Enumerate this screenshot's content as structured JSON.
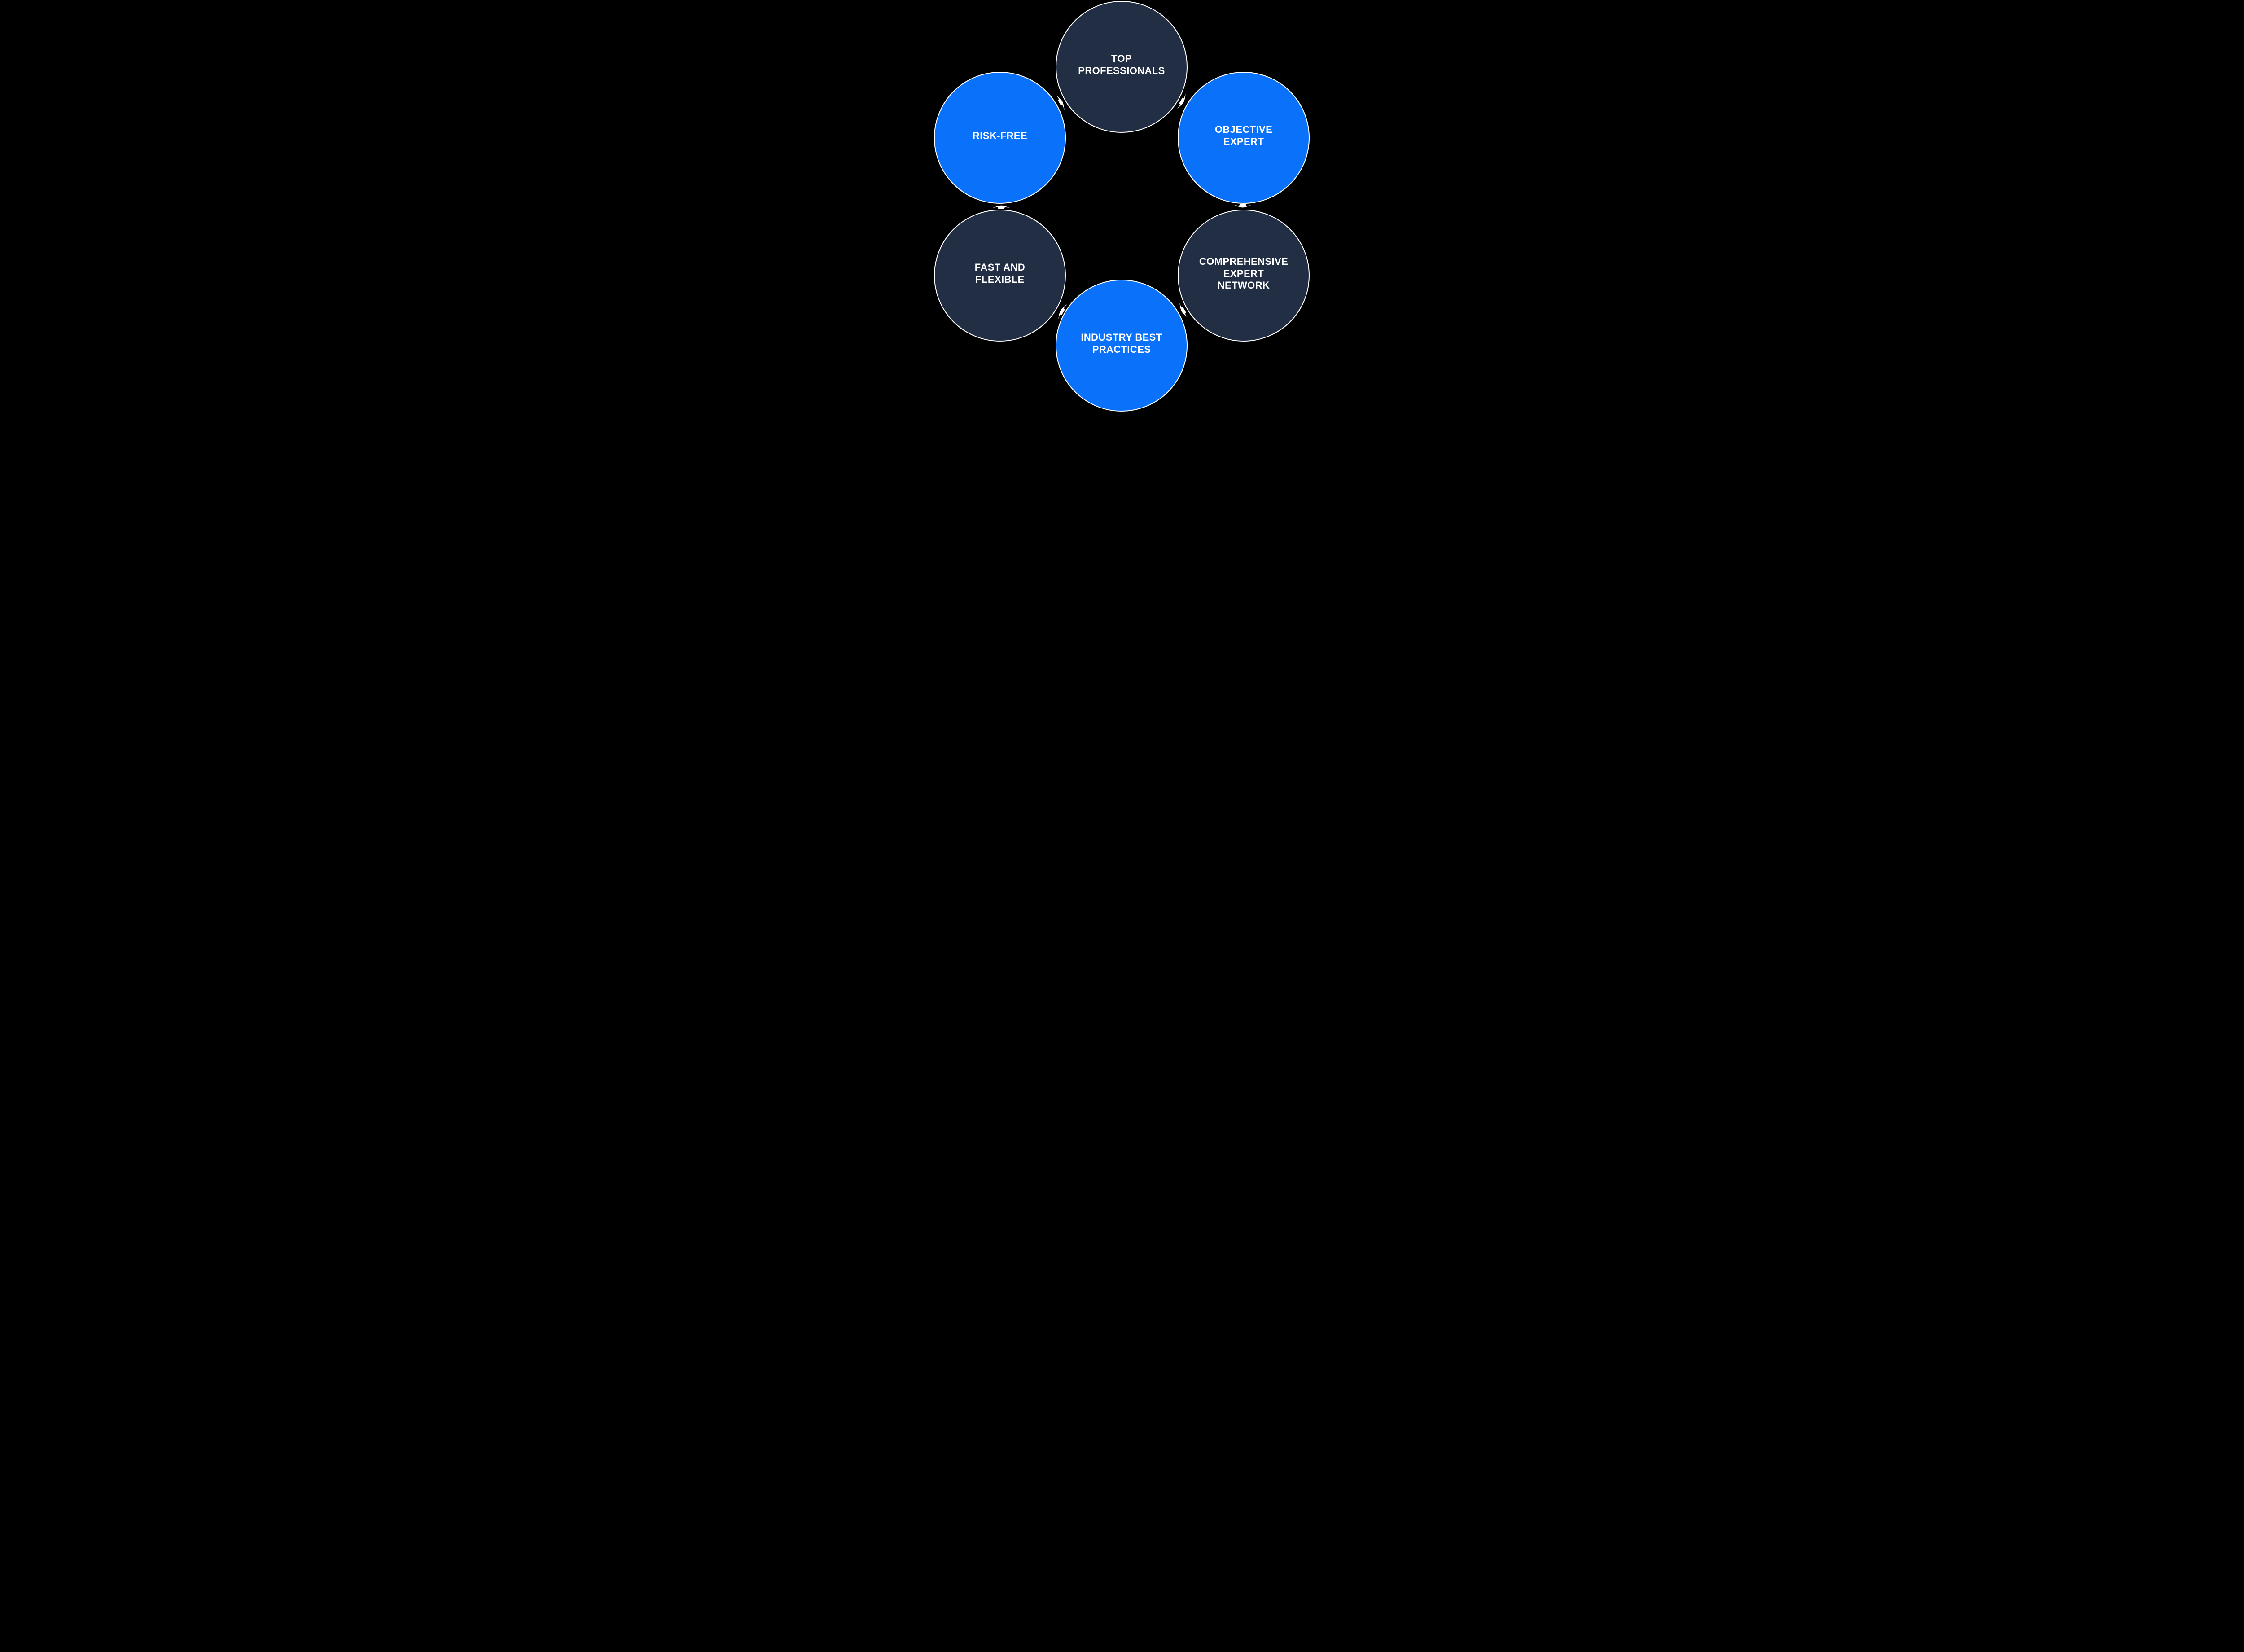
{
  "diagram": {
    "type": "cycle",
    "direction": "clockwise",
    "background_color": "#000000",
    "stroke_color": "#ffffff",
    "text_color": "#ffffff",
    "arrow_color": "#ffffff",
    "palette": {
      "navy": "#222e44",
      "blue": "#0a72fa"
    },
    "nodes": [
      {
        "id": "top-professionals",
        "position": "top",
        "label": "TOP\nPROFESSIONALS",
        "color": "#222e44"
      },
      {
        "id": "objective-expert",
        "position": "top-right",
        "label": "OBJECTIVE\nEXPERT",
        "color": "#0a72fa"
      },
      {
        "id": "comprehensive-expert-network",
        "position": "bottom-right",
        "label": "COMPREHENSIVE\nEXPERT\nNETWORK",
        "color": "#222e44"
      },
      {
        "id": "industry-best-practices",
        "position": "bottom",
        "label": "INDUSTRY BEST\nPRACTICES",
        "color": "#0a72fa"
      },
      {
        "id": "fast-and-flexible",
        "position": "bottom-left",
        "label": "FAST AND\nFLEXIBLE",
        "color": "#222e44"
      },
      {
        "id": "risk-free",
        "position": "top-left",
        "label": "RISK-FREE",
        "color": "#0a72fa"
      }
    ]
  }
}
